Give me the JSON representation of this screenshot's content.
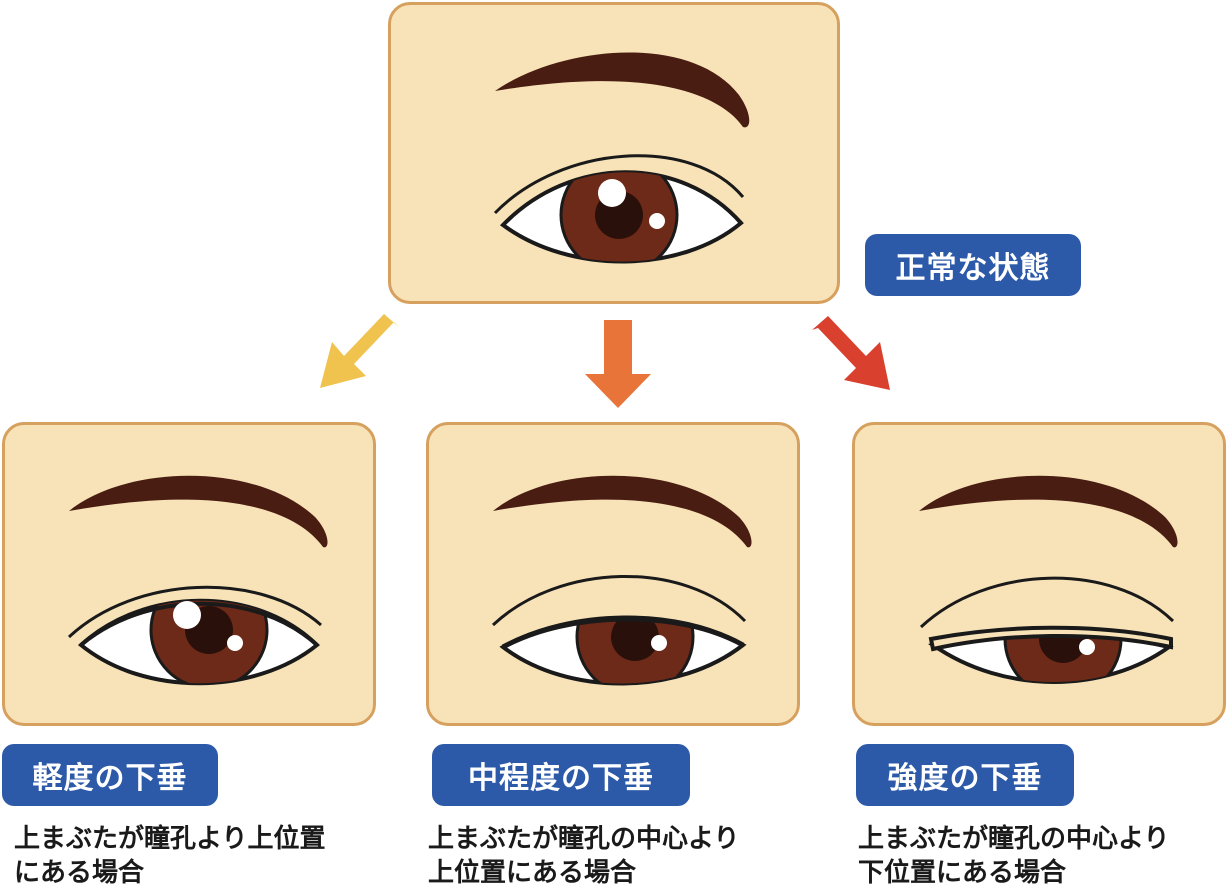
{
  "normal": {
    "label": "正常な状態"
  },
  "levels": [
    {
      "label": "軽度の下垂",
      "desc_line1": "上まぶたが瞳孔より上位置",
      "desc_line2": "にある場合"
    },
    {
      "label": "中程度の下垂",
      "desc_line1": "上まぶたが瞳孔の中心より",
      "desc_line2": "上位置にある場合"
    },
    {
      "label": "強度の下垂",
      "desc_line1": "上まぶたが瞳孔の中心より",
      "desc_line2": "下位置にある場合"
    }
  ],
  "colors": {
    "panel_fill": "#f8e3b8",
    "panel_border": "#d6a05e",
    "badge": "#2d5aa8",
    "eyebrow": "#4a1d12",
    "iris": "#6e2a18",
    "pupil": "#2a100a",
    "arrow_mild": "#f0c24e",
    "arrow_moderate": "#e8743a",
    "arrow_severe": "#d9402e"
  }
}
